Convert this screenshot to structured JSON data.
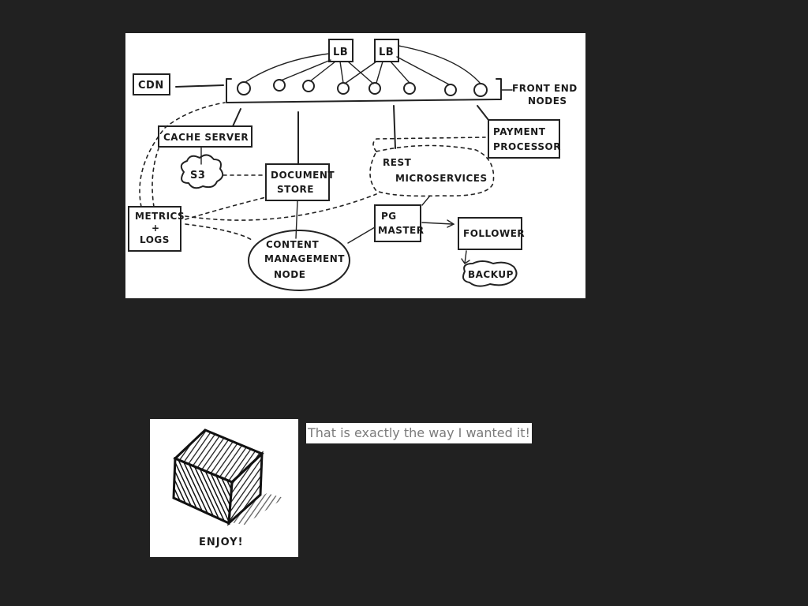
{
  "architecture": {
    "cdn": "CDN",
    "lb1": "LB",
    "lb2": "LB",
    "front_end_line1": "FRONT END",
    "front_end_line2": "NODES",
    "cache_server": "CACHE SERVER",
    "s3": "S3",
    "document_store_line1": "DOCUMENT",
    "document_store_line2": "STORE",
    "payment_line1": "PAYMENT",
    "payment_line2": "PROCESSOR",
    "rest_line1": "REST",
    "rest_line2": "MICROSERVICES",
    "metrics_line1": "METRICS",
    "metrics_line2": "+",
    "metrics_line3": "LOGS",
    "pg_line1": "PG",
    "pg_line2": "MASTER",
    "follower": "FOLLOWER",
    "backup": "BACKUP",
    "cms_line1": "CONTENT",
    "cms_line2": "MANAGEMENT",
    "cms_line3": "NODE"
  },
  "cube_sketch": {
    "label": "ENJOY!"
  },
  "caption": "That is exactly the way I wanted it!"
}
